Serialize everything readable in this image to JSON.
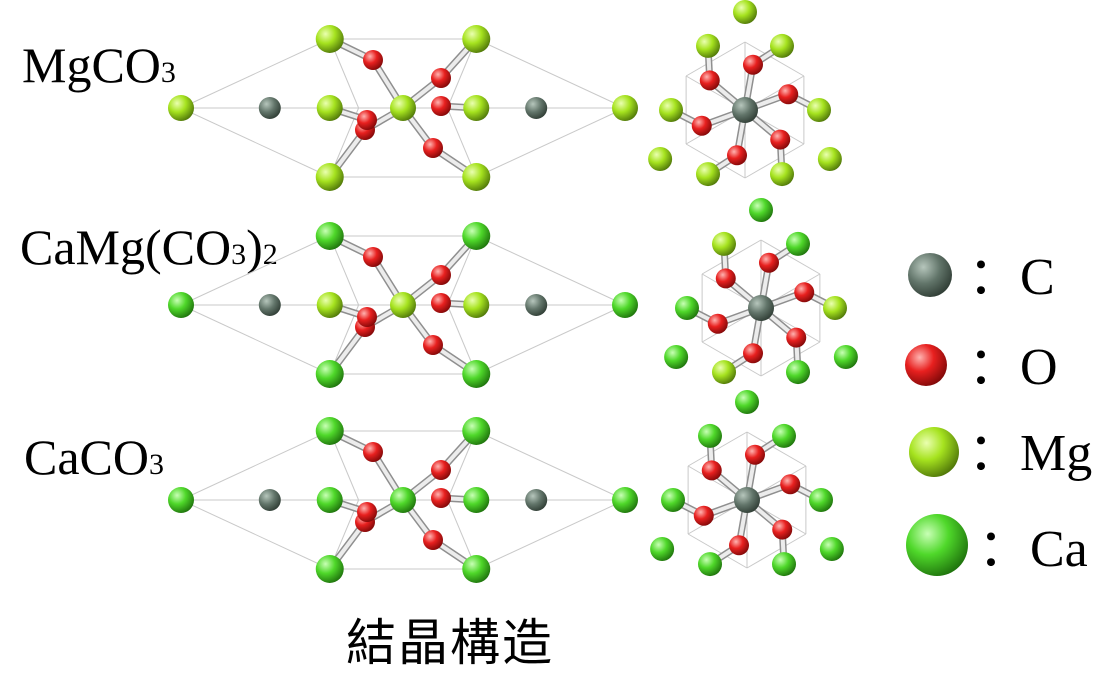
{
  "rows": [
    {
      "formula_main": "MgCO",
      "formula_sub": "3",
      "formula_tail": "",
      "formula_tail_sub": ""
    },
    {
      "formula_main": "CaMg(CO",
      "formula_sub": "3",
      "formula_tail": ")",
      "formula_tail_sub": "2"
    },
    {
      "formula_main": "CaCO",
      "formula_sub": "3",
      "formula_tail": "",
      "formula_tail_sub": ""
    }
  ],
  "legend": [
    {
      "symbol": "C",
      "label": "：C",
      "color": "#62756a"
    },
    {
      "symbol": "O",
      "label": "：O",
      "color": "#e8201f"
    },
    {
      "symbol": "Mg",
      "label": "：Mg",
      "color": "#a6e31f"
    },
    {
      "symbol": "Ca",
      "label": "：Ca",
      "color": "#4fd82a"
    }
  ],
  "caption": "結晶構造",
  "rows_composition": [
    "Mg-Mg",
    "Ca-Mg",
    "Ca-Ca"
  ]
}
